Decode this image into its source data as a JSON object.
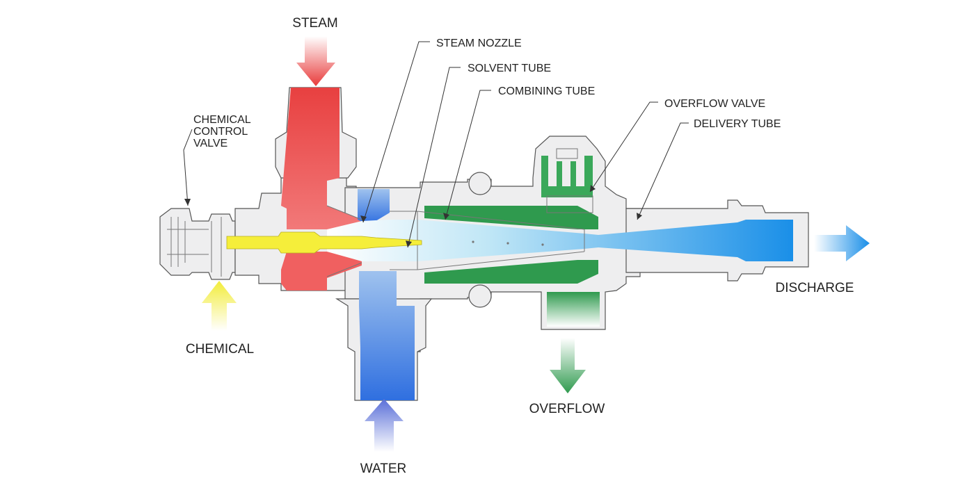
{
  "diagram": {
    "labels": {
      "steam": "STEAM",
      "steam_nozzle": "STEAM NOZZLE",
      "solvent_tube": "SOLVENT TUBE",
      "combining_tube": "COMBINING TUBE",
      "overflow_valve": "OVERFLOW VALVE",
      "delivery_tube": "DELIVERY TUBE",
      "chemical_control_valve": [
        "CHEMICAL",
        "CONTROL",
        "VALVE"
      ],
      "chemical": "CHEMICAL",
      "water": "WATER",
      "overflow": "OVERFLOW",
      "discharge": "DISCHARGE"
    },
    "colors": {
      "steam": "#e83a3a",
      "chemical": "#f2ec3a",
      "water": "#2f7fe0",
      "overflow": "#2f9a4e",
      "discharge": "#1a8fe8",
      "water_arrow": "#5a6fd8",
      "body": "#eeeeef"
    }
  }
}
